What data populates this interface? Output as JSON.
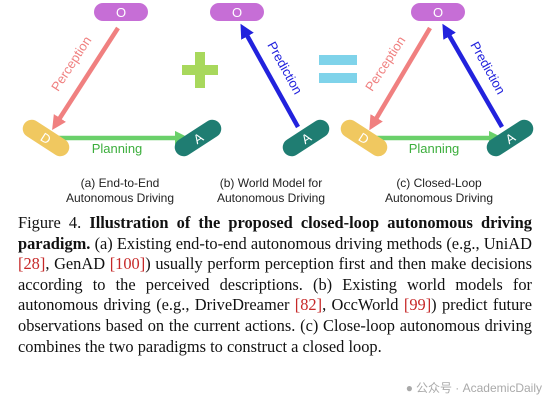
{
  "colors": {
    "observation": "#c66ed6",
    "driving": "#f0c860",
    "action": "#1f7d72",
    "perception": "#f08080",
    "planning": "#6ad06a",
    "prediction": "#2222dd",
    "operator": "#a8d85c",
    "operator_equals": "#7fd3ea"
  },
  "diagrams": {
    "a": {
      "node_o": "O",
      "node_d": "D",
      "node_a": "A",
      "perception": "Perception",
      "planning": "Planning",
      "caption_line1": "(a) End-to-End",
      "caption_line2": "Autonomous Driving"
    },
    "b": {
      "node_o": "O",
      "node_a": "A",
      "prediction": "Prediction",
      "caption_line1": "(b) World Model for",
      "caption_line2": "Autonomous Driving"
    },
    "c": {
      "node_o": "O",
      "node_d": "D",
      "node_a": "A",
      "perception": "Perception",
      "prediction": "Prediction",
      "planning": "Planning",
      "caption_line1": "(c) Closed-Loop",
      "caption_line2": "Autonomous Driving"
    }
  },
  "caption": {
    "label": "Figure 4.",
    "title": "Illustration of the proposed closed-loop autonomous driving paradigm.",
    "part1": "(a) Existing end-to-end autonomous driving methods (e.g., UniAD ",
    "ref1": "[28]",
    "part2": ", GenAD ",
    "ref2": "[100]",
    "part3": ") usually perform per­ception first and then make decisions according to the perceived descriptions. (b) Existing world models for autonomous driving (e.g., DriveDreamer ",
    "ref3": "[82]",
    "part4": ", OccWorld ",
    "ref4": "[99]",
    "part5": ") predict future obser­vations based on the current actions. (c) Close-loop autonomous driving combines the two paradigms to construct a closed loop."
  },
  "watermark": {
    "icon": "wechat-icon",
    "text": "公众号 · AcademicDaily"
  }
}
